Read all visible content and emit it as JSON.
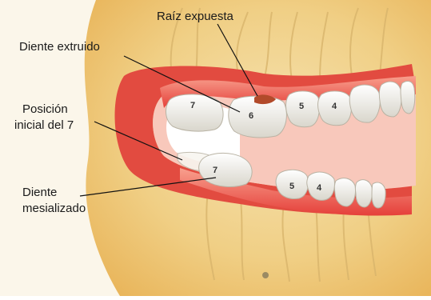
{
  "labels": {
    "raiz": "Raíz expuesta",
    "extruido": "Diente extruido",
    "posicion_1": "Posición",
    "posicion_2": "inicial del 7",
    "mesial_1": "Diente",
    "mesial_2": "mesializado"
  },
  "tooth_numbers": {
    "upper_7": "7",
    "upper_6": "6",
    "upper_5": "5",
    "upper_4": "4",
    "lower_7": "7",
    "lower_5": "5",
    "lower_4": "4"
  },
  "colors": {
    "background": "#fdf7e6",
    "skin": "#f2d79a",
    "gum": "#e8473f",
    "tooth": "#f3f1ea",
    "line": "#111111"
  }
}
